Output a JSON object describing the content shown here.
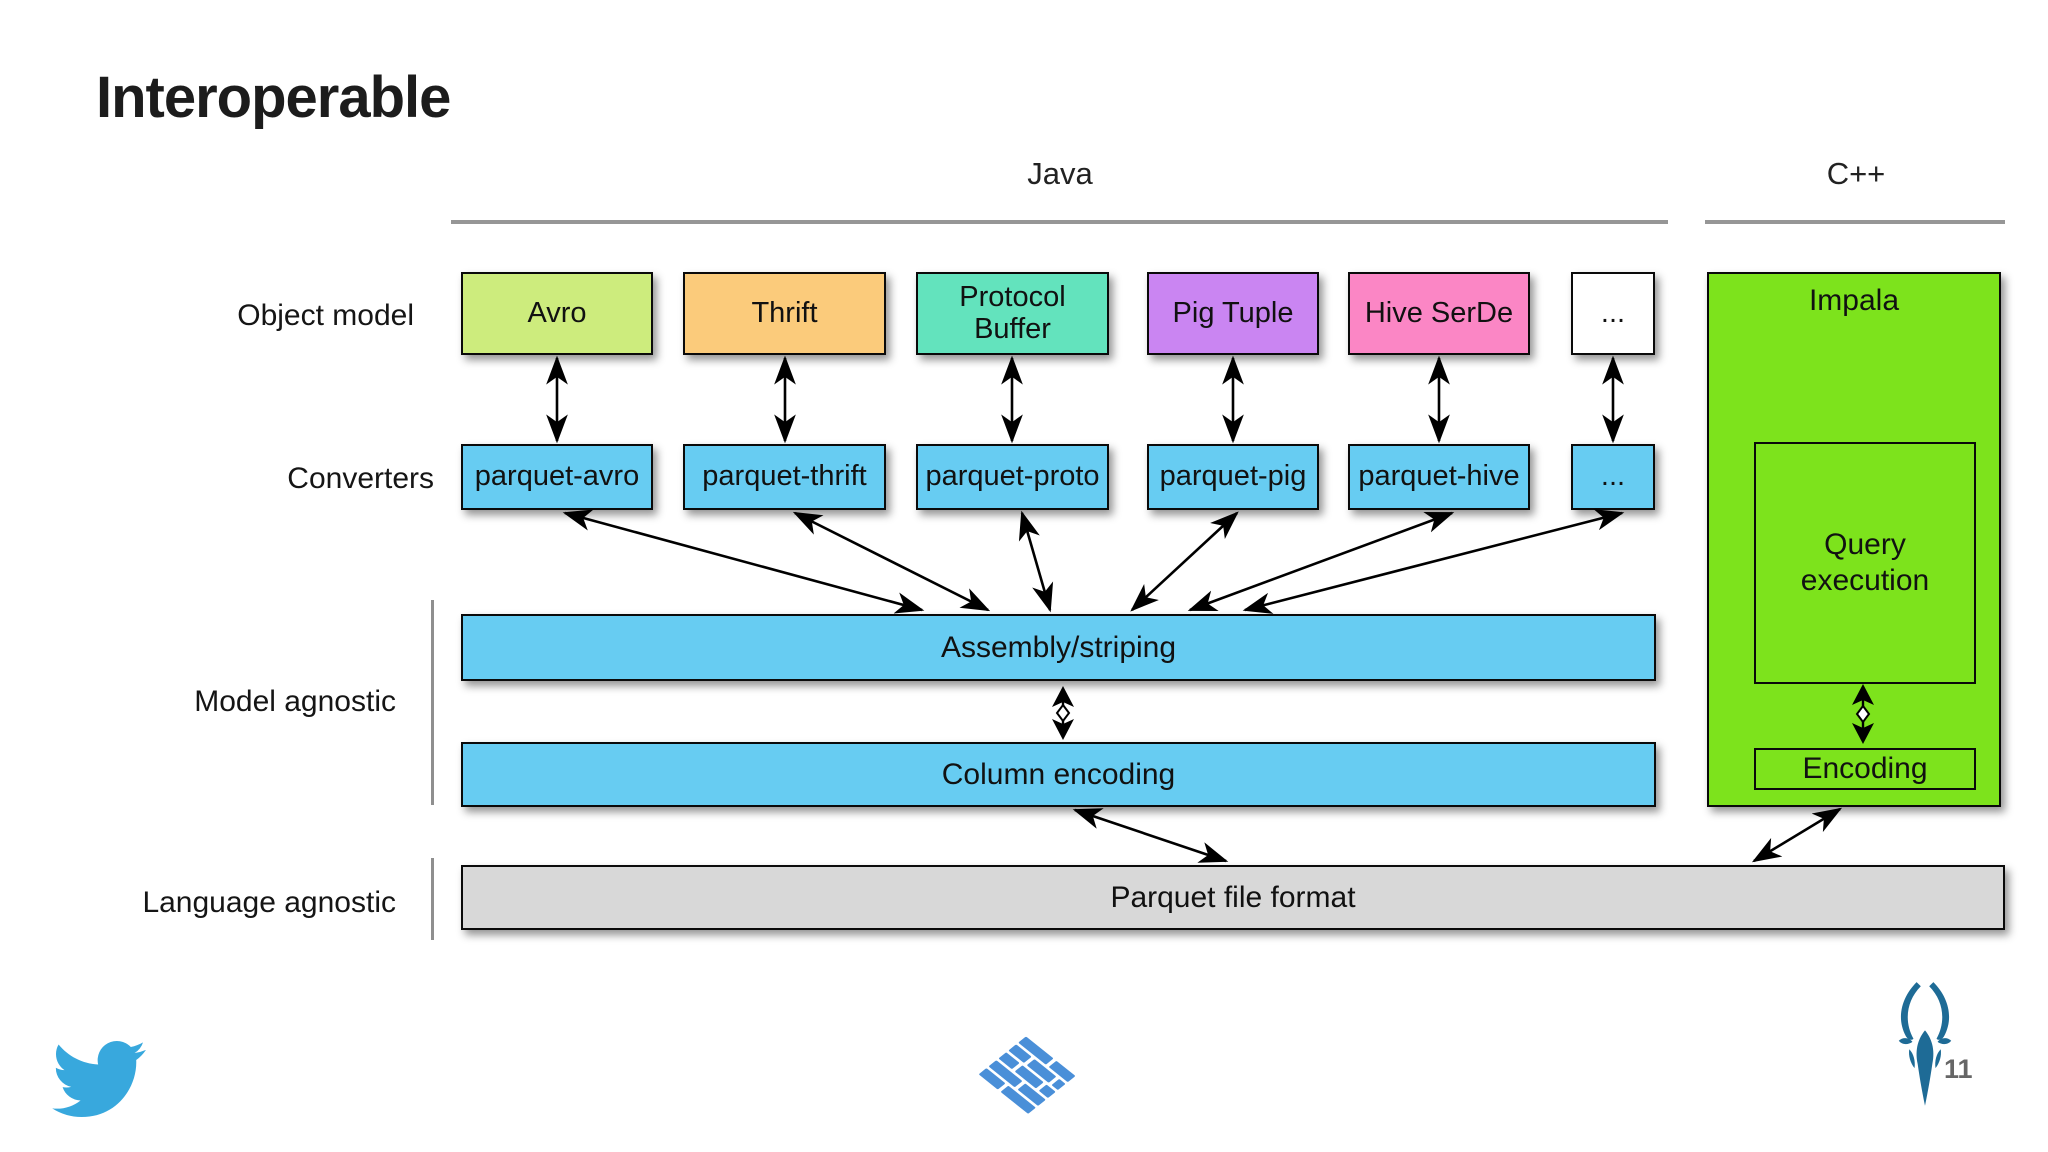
{
  "slide": {
    "title": "Interoperable"
  },
  "headers": {
    "java": "Java",
    "cpp": "C++"
  },
  "row_labels": {
    "object_model": "Object model",
    "converters": "Converters",
    "model_agnostic": "Model agnostic",
    "language_agnostic": "Language agnostic"
  },
  "object_models": [
    {
      "label": "Avro",
      "color": "#cdec7d"
    },
    {
      "label": "Thrift",
      "color": "#fbcb7b"
    },
    {
      "label": "Protocol Buffer",
      "color": "#63e3bd"
    },
    {
      "label": "Pig Tuple",
      "color": "#ca85f2"
    },
    {
      "label": "Hive SerDe",
      "color": "#fb86c5"
    },
    {
      "label": "...",
      "color": "#ffffff"
    }
  ],
  "converters": [
    {
      "label": "parquet-avro"
    },
    {
      "label": "parquet-thrift"
    },
    {
      "label": "parquet-proto"
    },
    {
      "label": "parquet-pig"
    },
    {
      "label": "parquet-hive"
    },
    {
      "label": "..."
    }
  ],
  "layers": {
    "assembly": "Assembly/striping",
    "column_encoding": "Column encoding",
    "file_format": "Parquet file format"
  },
  "impala": {
    "title": "Impala",
    "query_execution": "Query execution",
    "encoding": "Encoding"
  },
  "footer": {
    "page_number": "11"
  },
  "icons": {
    "twitter": "twitter-bird-logo",
    "parquet": "parquet-floor-logo",
    "impala": "impala-antelope-logo"
  },
  "colors": {
    "converter_blue": "#67ccf2",
    "impala_green": "#7de31c",
    "file_format_gray": "#d8d8d8",
    "section_line_gray": "#969696",
    "twitter_blue": "#38a8dd",
    "parquet_logo_blue": "#4a8fd8",
    "impala_logo_teal": "#1e6b96"
  }
}
